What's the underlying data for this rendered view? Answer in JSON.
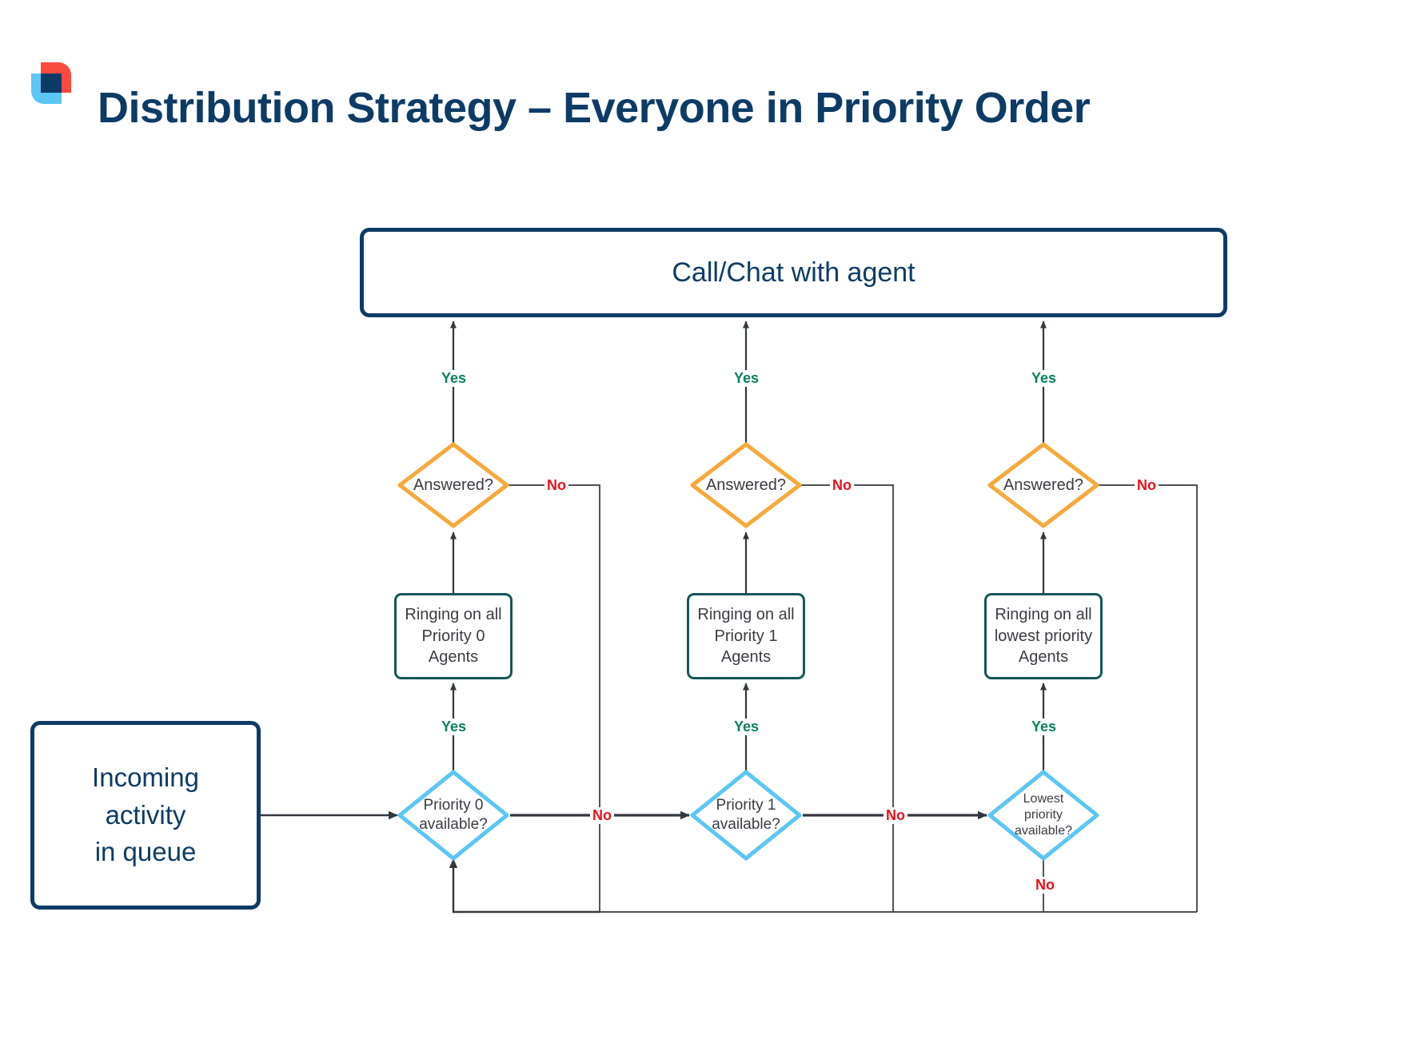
{
  "header": {
    "title": "Distribution Strategy – Everyone in Priority Order",
    "logo_name": "nice-logo",
    "title_color": "#0d3b66"
  },
  "colors": {
    "navy": "#0d3b66",
    "teal_border": "#14565a",
    "orange_border": "#f6a93b",
    "lightblue_border": "#5cc6f5",
    "yes_green": "#0a8060",
    "no_red": "#e8101a",
    "line_dark": "#33383f",
    "text_gray": "#3b3b44",
    "logo_red": "#fb4b3e",
    "logo_blue": "#5cc6f5",
    "logo_navy": "#0d3b66"
  },
  "nodes": {
    "top_outcome": "Call/Chat with agent",
    "start": "Incoming activity\nin queue",
    "start_lines": [
      "Incoming",
      "activity",
      "in queue"
    ],
    "columns": [
      {
        "id": "priority-0",
        "decision_answered": "Answered?",
        "process": "Ringing on all Priority 0 Agents",
        "process_lines": [
          "Ringing on all",
          "Priority 0",
          "Agents"
        ],
        "decision_available": "Priority 0 available?",
        "available_lines": [
          "Priority 0",
          "available?"
        ]
      },
      {
        "id": "priority-1",
        "decision_answered": "Answered?",
        "process": "Ringing on all Priority 1 Agents",
        "process_lines": [
          "Ringing on all",
          "Priority 1",
          "Agents"
        ],
        "decision_available": "Priority 1 available?",
        "available_lines": [
          "Priority 1",
          "available?"
        ]
      },
      {
        "id": "lowest-priority",
        "decision_answered": "Answered?",
        "process": "Ringing on all lowest priority Agents",
        "process_lines": [
          "Ringing on all",
          "lowest priority",
          "Agents"
        ],
        "decision_available": "Lowest priority available?",
        "available_lines": [
          "Lowest",
          "priority",
          "available?"
        ]
      }
    ]
  },
  "edge_labels": {
    "yes": "Yes",
    "no": "No",
    "answered_yes_0": "Yes",
    "answered_yes_1": "Yes",
    "answered_yes_2": "Yes",
    "available_yes_0": "Yes",
    "available_yes_1": "Yes",
    "available_yes_2": "Yes",
    "answered_no_0": "No",
    "answered_no_1": "No",
    "answered_no_2": "No",
    "available_no_0": "No",
    "available_no_1": "No",
    "available_no_2": "No"
  }
}
